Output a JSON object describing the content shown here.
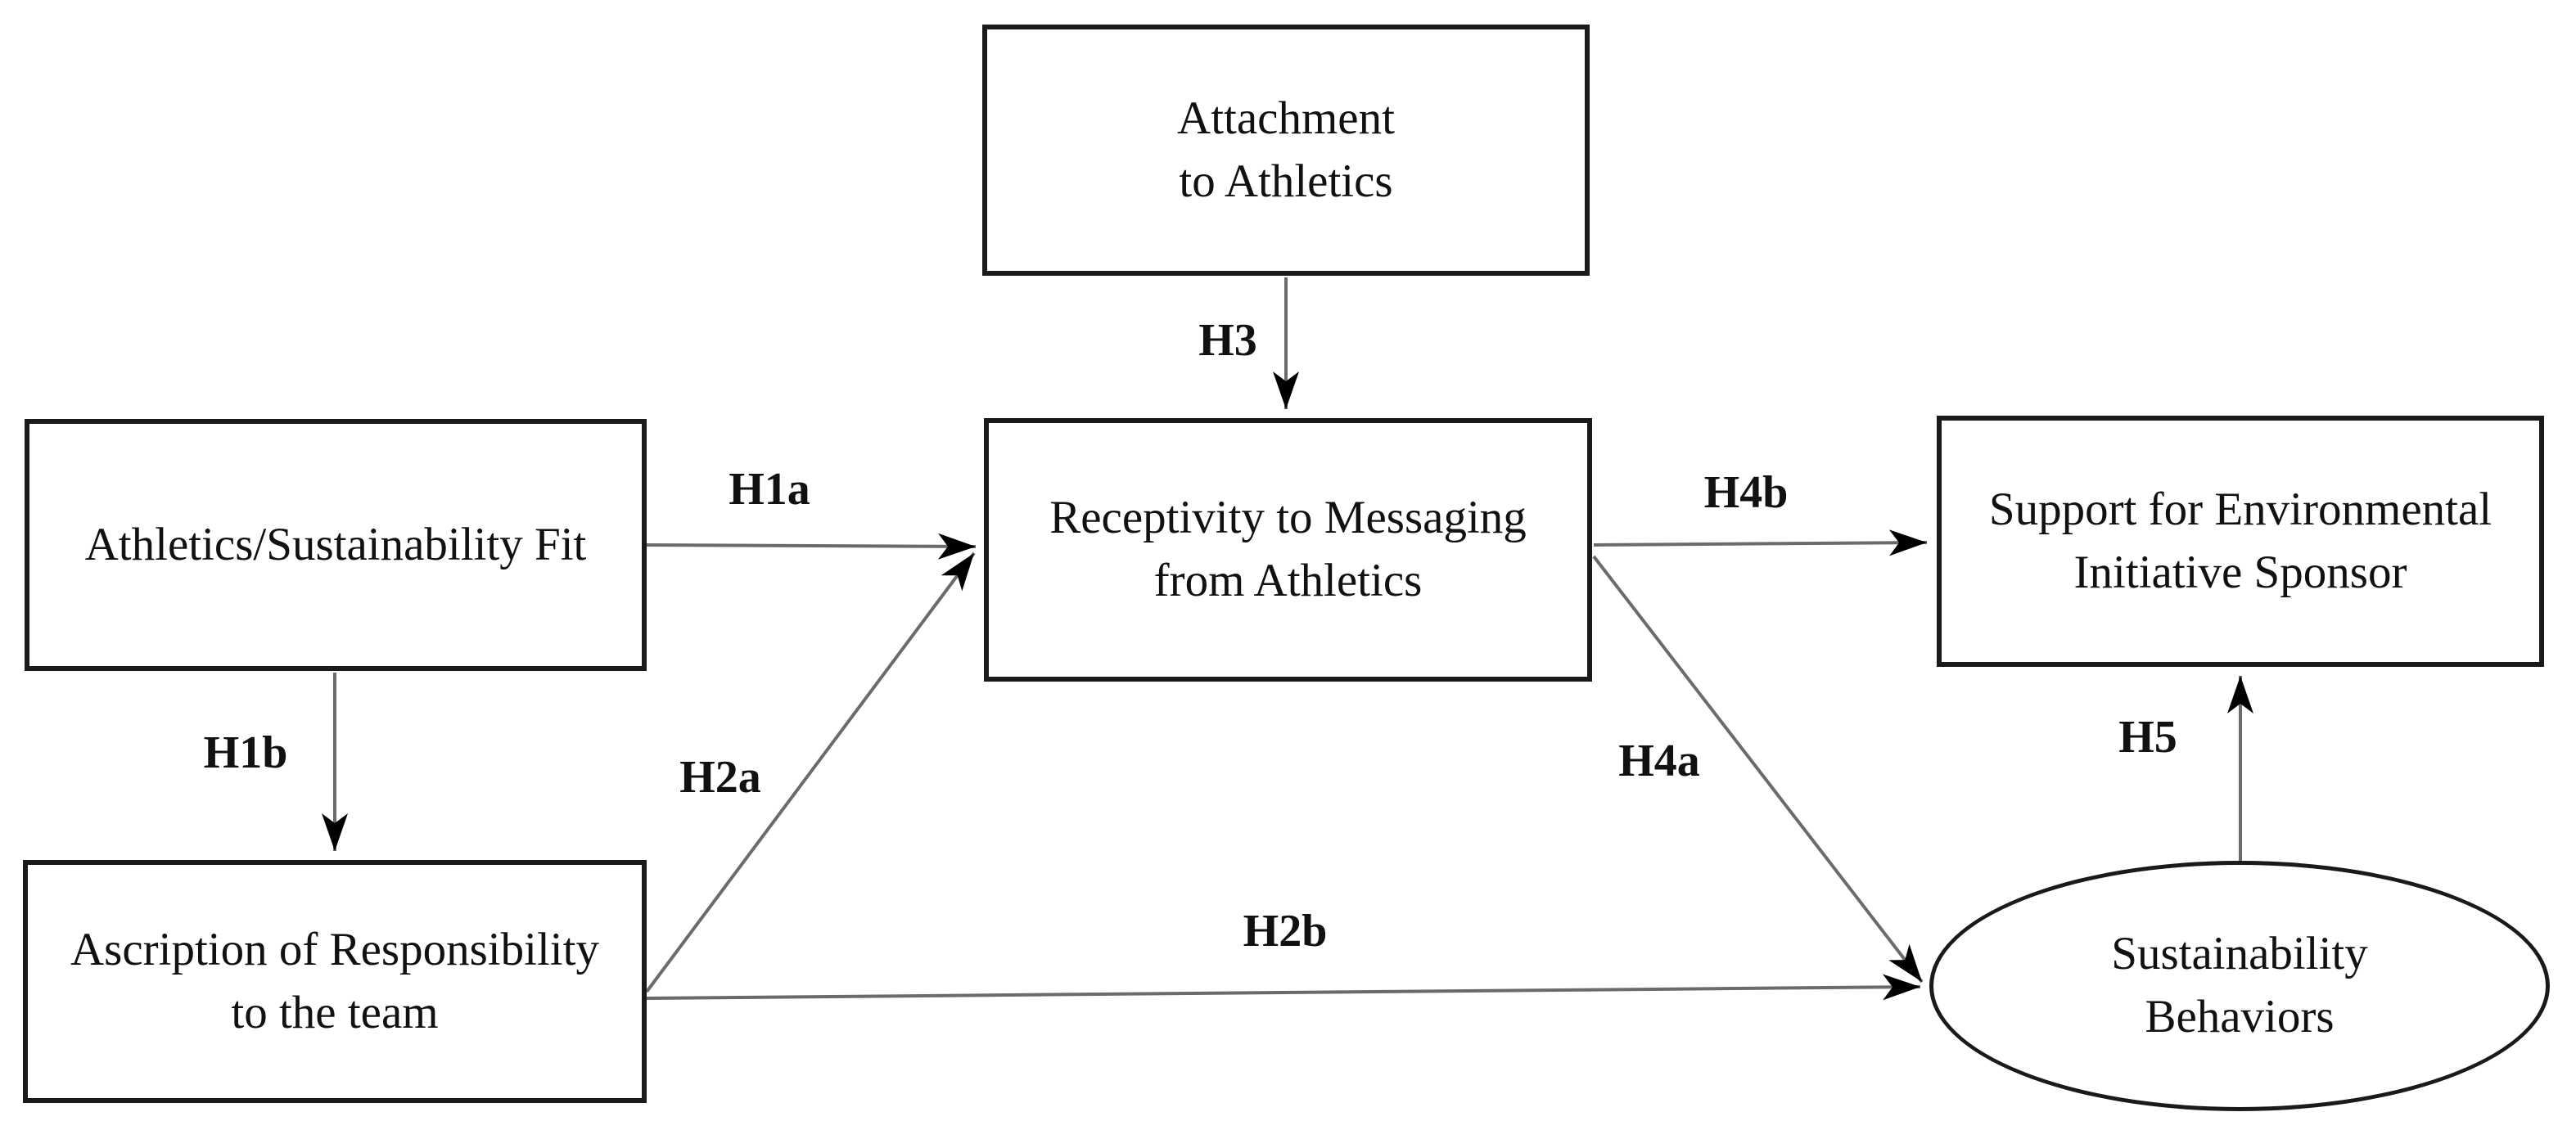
{
  "figure": {
    "type": "hypothesis-path-model-diagram",
    "background": "#ffffff"
  },
  "nodes": {
    "attachment": {
      "label": "Attachment\nto Athletics",
      "shape": "rectangle"
    },
    "fit": {
      "label": "Athletics/Sustainability Fit",
      "shape": "rectangle"
    },
    "receptivity": {
      "label": "Receptivity to Messaging\nfrom Athletics",
      "shape": "rectangle"
    },
    "support": {
      "label": "Support for Environmental\nInitiative Sponsor",
      "shape": "rectangle"
    },
    "ascription": {
      "label": "Ascription of Responsibility\nto the team",
      "shape": "rectangle"
    },
    "behaviors": {
      "label": "Sustainability\nBehaviors",
      "shape": "ellipse"
    }
  },
  "edges": {
    "h1a": {
      "label": "H1a",
      "from": "Athletics/Sustainability Fit",
      "to": "Receptivity to Messaging from Athletics"
    },
    "h1b": {
      "label": "H1b",
      "from": "Athletics/Sustainability Fit",
      "to": "Ascription of Responsibility to the team"
    },
    "h2a": {
      "label": "H2a",
      "from": "Ascription of Responsibility to the team",
      "to": "Receptivity to Messaging from Athletics"
    },
    "h2b": {
      "label": "H2b",
      "from": "Ascription of Responsibility to the team",
      "to": "Sustainability Behaviors"
    },
    "h3": {
      "label": "H3",
      "from": "Attachment to Athletics",
      "to": "Receptivity to Messaging from Athletics"
    },
    "h4a": {
      "label": "H4a",
      "from": "Receptivity to Messaging from Athletics",
      "to": "Sustainability Behaviors"
    },
    "h4b": {
      "label": "H4b",
      "from": "Receptivity to Messaging from Athletics",
      "to": "Support for Environmental Initiative Sponsor"
    },
    "h5": {
      "label": "H5",
      "from": "Sustainability Behaviors",
      "to": "Support for Environmental Initiative Sponsor"
    }
  },
  "colors": {
    "box_border": "#1a1a1a",
    "arrow_line": "#6b6b6b",
    "arrow_head": "#000000",
    "text": "#111111"
  }
}
